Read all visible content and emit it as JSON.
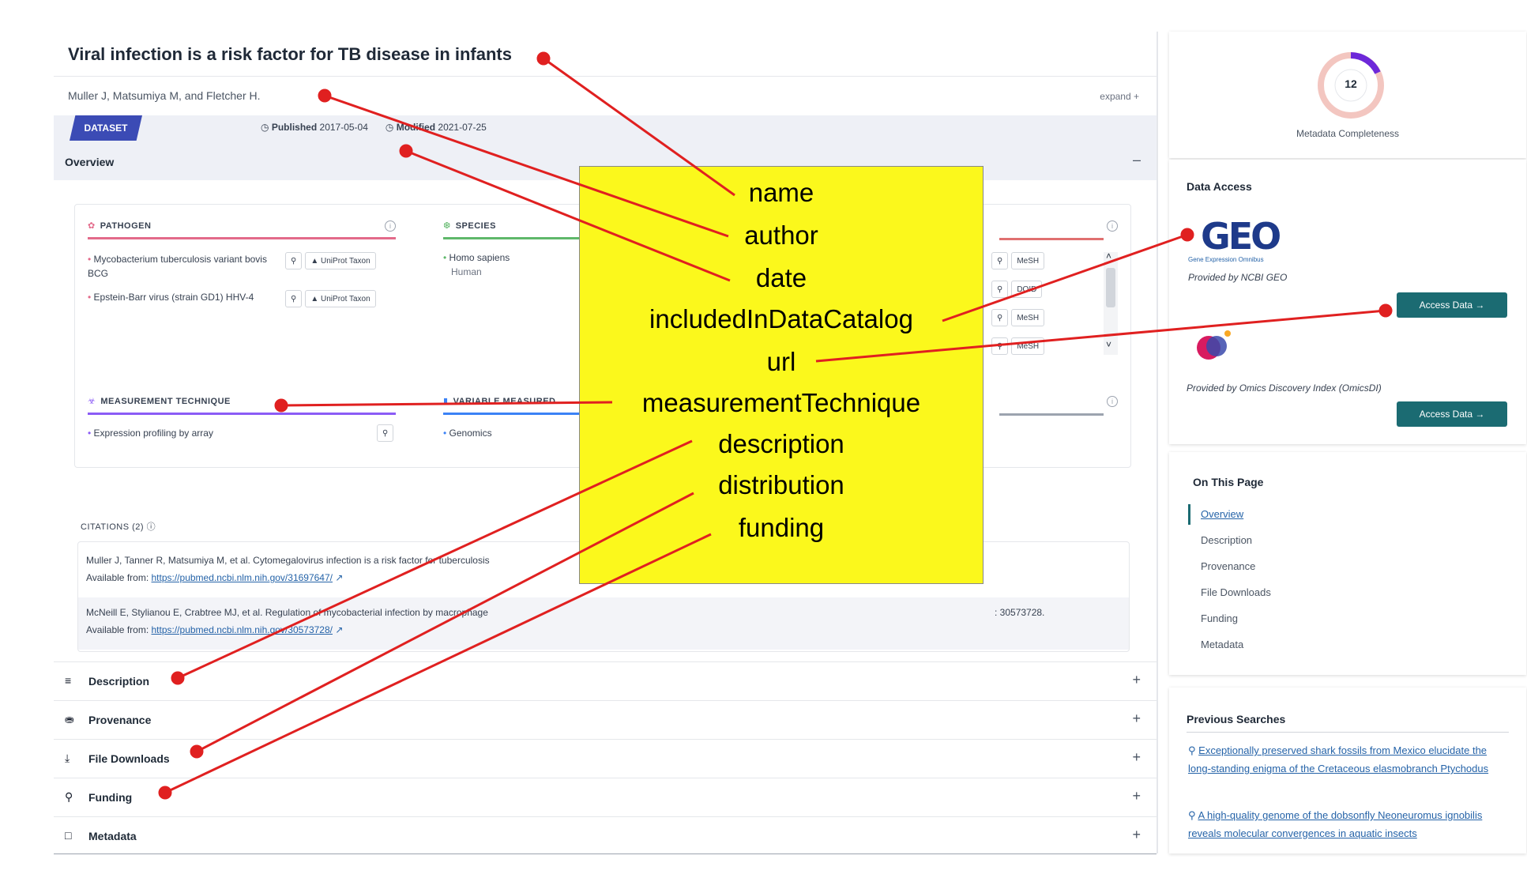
{
  "title": "Viral infection is a risk factor for TB disease in infants",
  "authors": "Muller J, Matsumiya M, and Fletcher H.",
  "expand_label": "expand +",
  "type_badge": "DATASET",
  "published_label": "Published",
  "published_date": "2017-05-04",
  "modified_label": "Modified",
  "modified_date": "2021-07-25",
  "overview_label": "Overview",
  "pathogen": {
    "header": "PATHOGEN",
    "items": [
      {
        "name": "Mycobacterium tuberculosis variant bovis BCG",
        "chip": "UniProt Taxon"
      },
      {
        "name": "Epstein-Barr virus (strain GD1) HHV-4",
        "chip": "UniProt Taxon"
      }
    ]
  },
  "species": {
    "header": "SPECIES",
    "items": [
      {
        "name": "Homo sapiens",
        "sub": "Human"
      }
    ]
  },
  "disease_chips": [
    "MeSH",
    "DOID",
    "MeSH",
    "MeSH"
  ],
  "measurement": {
    "header": "MEASUREMENT TECHNIQUE",
    "items": [
      "Expression profiling by array"
    ]
  },
  "variable": {
    "header": "VARIABLE MEASURED",
    "items": [
      "Genomics"
    ]
  },
  "citations_header": "CITATIONS (2)",
  "citations": [
    {
      "text": "Muller J, Tanner R, Matsumiya M, et al. Cytomegalovirus infection is a risk factor for tuberculosis",
      "avail": "Available from:",
      "url": "https://pubmed.ncbi.nlm.nih.gov/31697647/"
    },
    {
      "text": "McNeill E, Stylianou E, Crabtree MJ, et al. Regulation of mycobacterial infection by macrophage",
      "tail": ": 30573728.",
      "avail": "Available from:",
      "url": "https://pubmed.ncbi.nlm.nih.gov/30573728/"
    }
  ],
  "sections": [
    "Description",
    "Provenance",
    "File Downloads",
    "Funding",
    "Metadata"
  ],
  "metadata_score": "12",
  "metadata_label": "Metadata Completeness",
  "data_access": {
    "header": "Data Access",
    "geo_logo": "GEO",
    "geo_sub": "Gene Expression Omnibus",
    "geo_provided": "Provided by NCBI GEO",
    "omics_provided": "Provided by Omics Discovery Index (OmicsDI)",
    "button_label": "Access Data →"
  },
  "on_this_page": {
    "header": "On This Page",
    "items": [
      "Overview",
      "Description",
      "Provenance",
      "File Downloads",
      "Funding",
      "Metadata"
    ]
  },
  "previous_searches": {
    "header": "Previous Searches",
    "items": [
      "Exceptionally preserved shark fossils from Mexico elucidate the long-standing enigma of the Cretaceous elasmobranch Ptychodus",
      "A high-quality genome of the dobsonfly Neoneuromus ignobilis reveals molecular convergences in aquatic insects"
    ]
  },
  "overlay_words": [
    "name",
    "author",
    "date",
    "includedInDataCatalog",
    "url",
    "measurementTechnique",
    "description",
    "distribution",
    "funding"
  ],
  "colors": {
    "pathogen": "#e36a8a",
    "species": "#5fb86a",
    "disease": "#e07070",
    "measurement": "#8b5cf6",
    "variable": "#3b82f6",
    "badge": "#3b4bb5",
    "button": "#1b6b72",
    "annotation": "#e02020",
    "overlay": "#fbf81c"
  }
}
